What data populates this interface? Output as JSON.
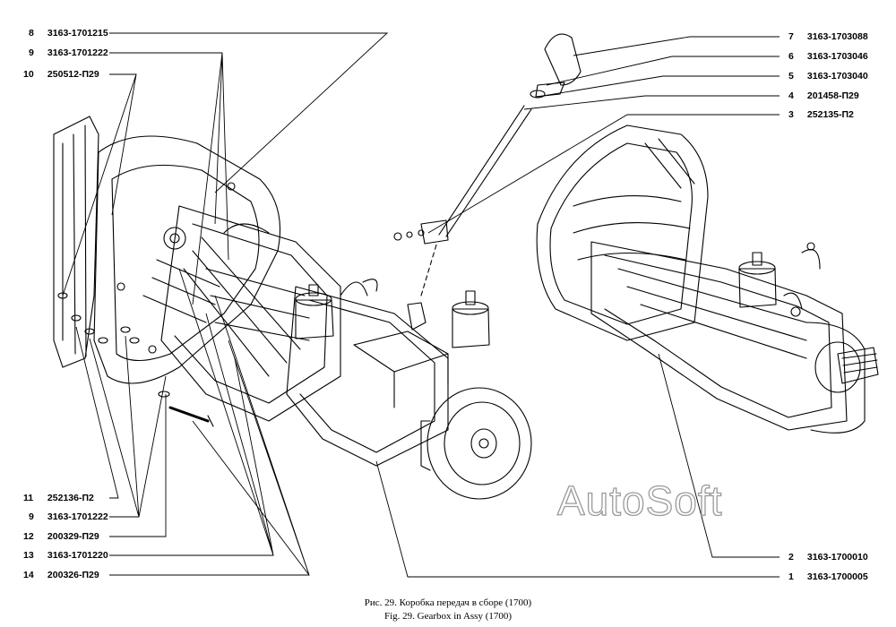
{
  "callouts_left": [
    {
      "num": "8",
      "code": "3163-1701215"
    },
    {
      "num": "9",
      "code": "3163-1701222"
    },
    {
      "num": "10",
      "code": "250512-П29"
    },
    {
      "num": "11",
      "code": "252136-П2"
    },
    {
      "num": "9",
      "code": "3163-1701222"
    },
    {
      "num": "12",
      "code": "200329-П29"
    },
    {
      "num": "13",
      "code": "3163-1701220"
    },
    {
      "num": "14",
      "code": "200326-П29"
    }
  ],
  "callouts_right": [
    {
      "num": "7",
      "code": "3163-1703088"
    },
    {
      "num": "6",
      "code": "3163-1703046"
    },
    {
      "num": "5",
      "code": "3163-1703040"
    },
    {
      "num": "4",
      "code": "201458-П29"
    },
    {
      "num": "3",
      "code": "252135-П2"
    },
    {
      "num": "2",
      "code": "3163-1700010"
    },
    {
      "num": "1",
      "code": "3163-1700005"
    }
  ],
  "watermark": "AutoSoft",
  "caption": {
    "ru": "Рис. 29. Коробка передач в сборе (1700)",
    "en": "Fig. 29. Gearbox in Assy (1700)"
  }
}
